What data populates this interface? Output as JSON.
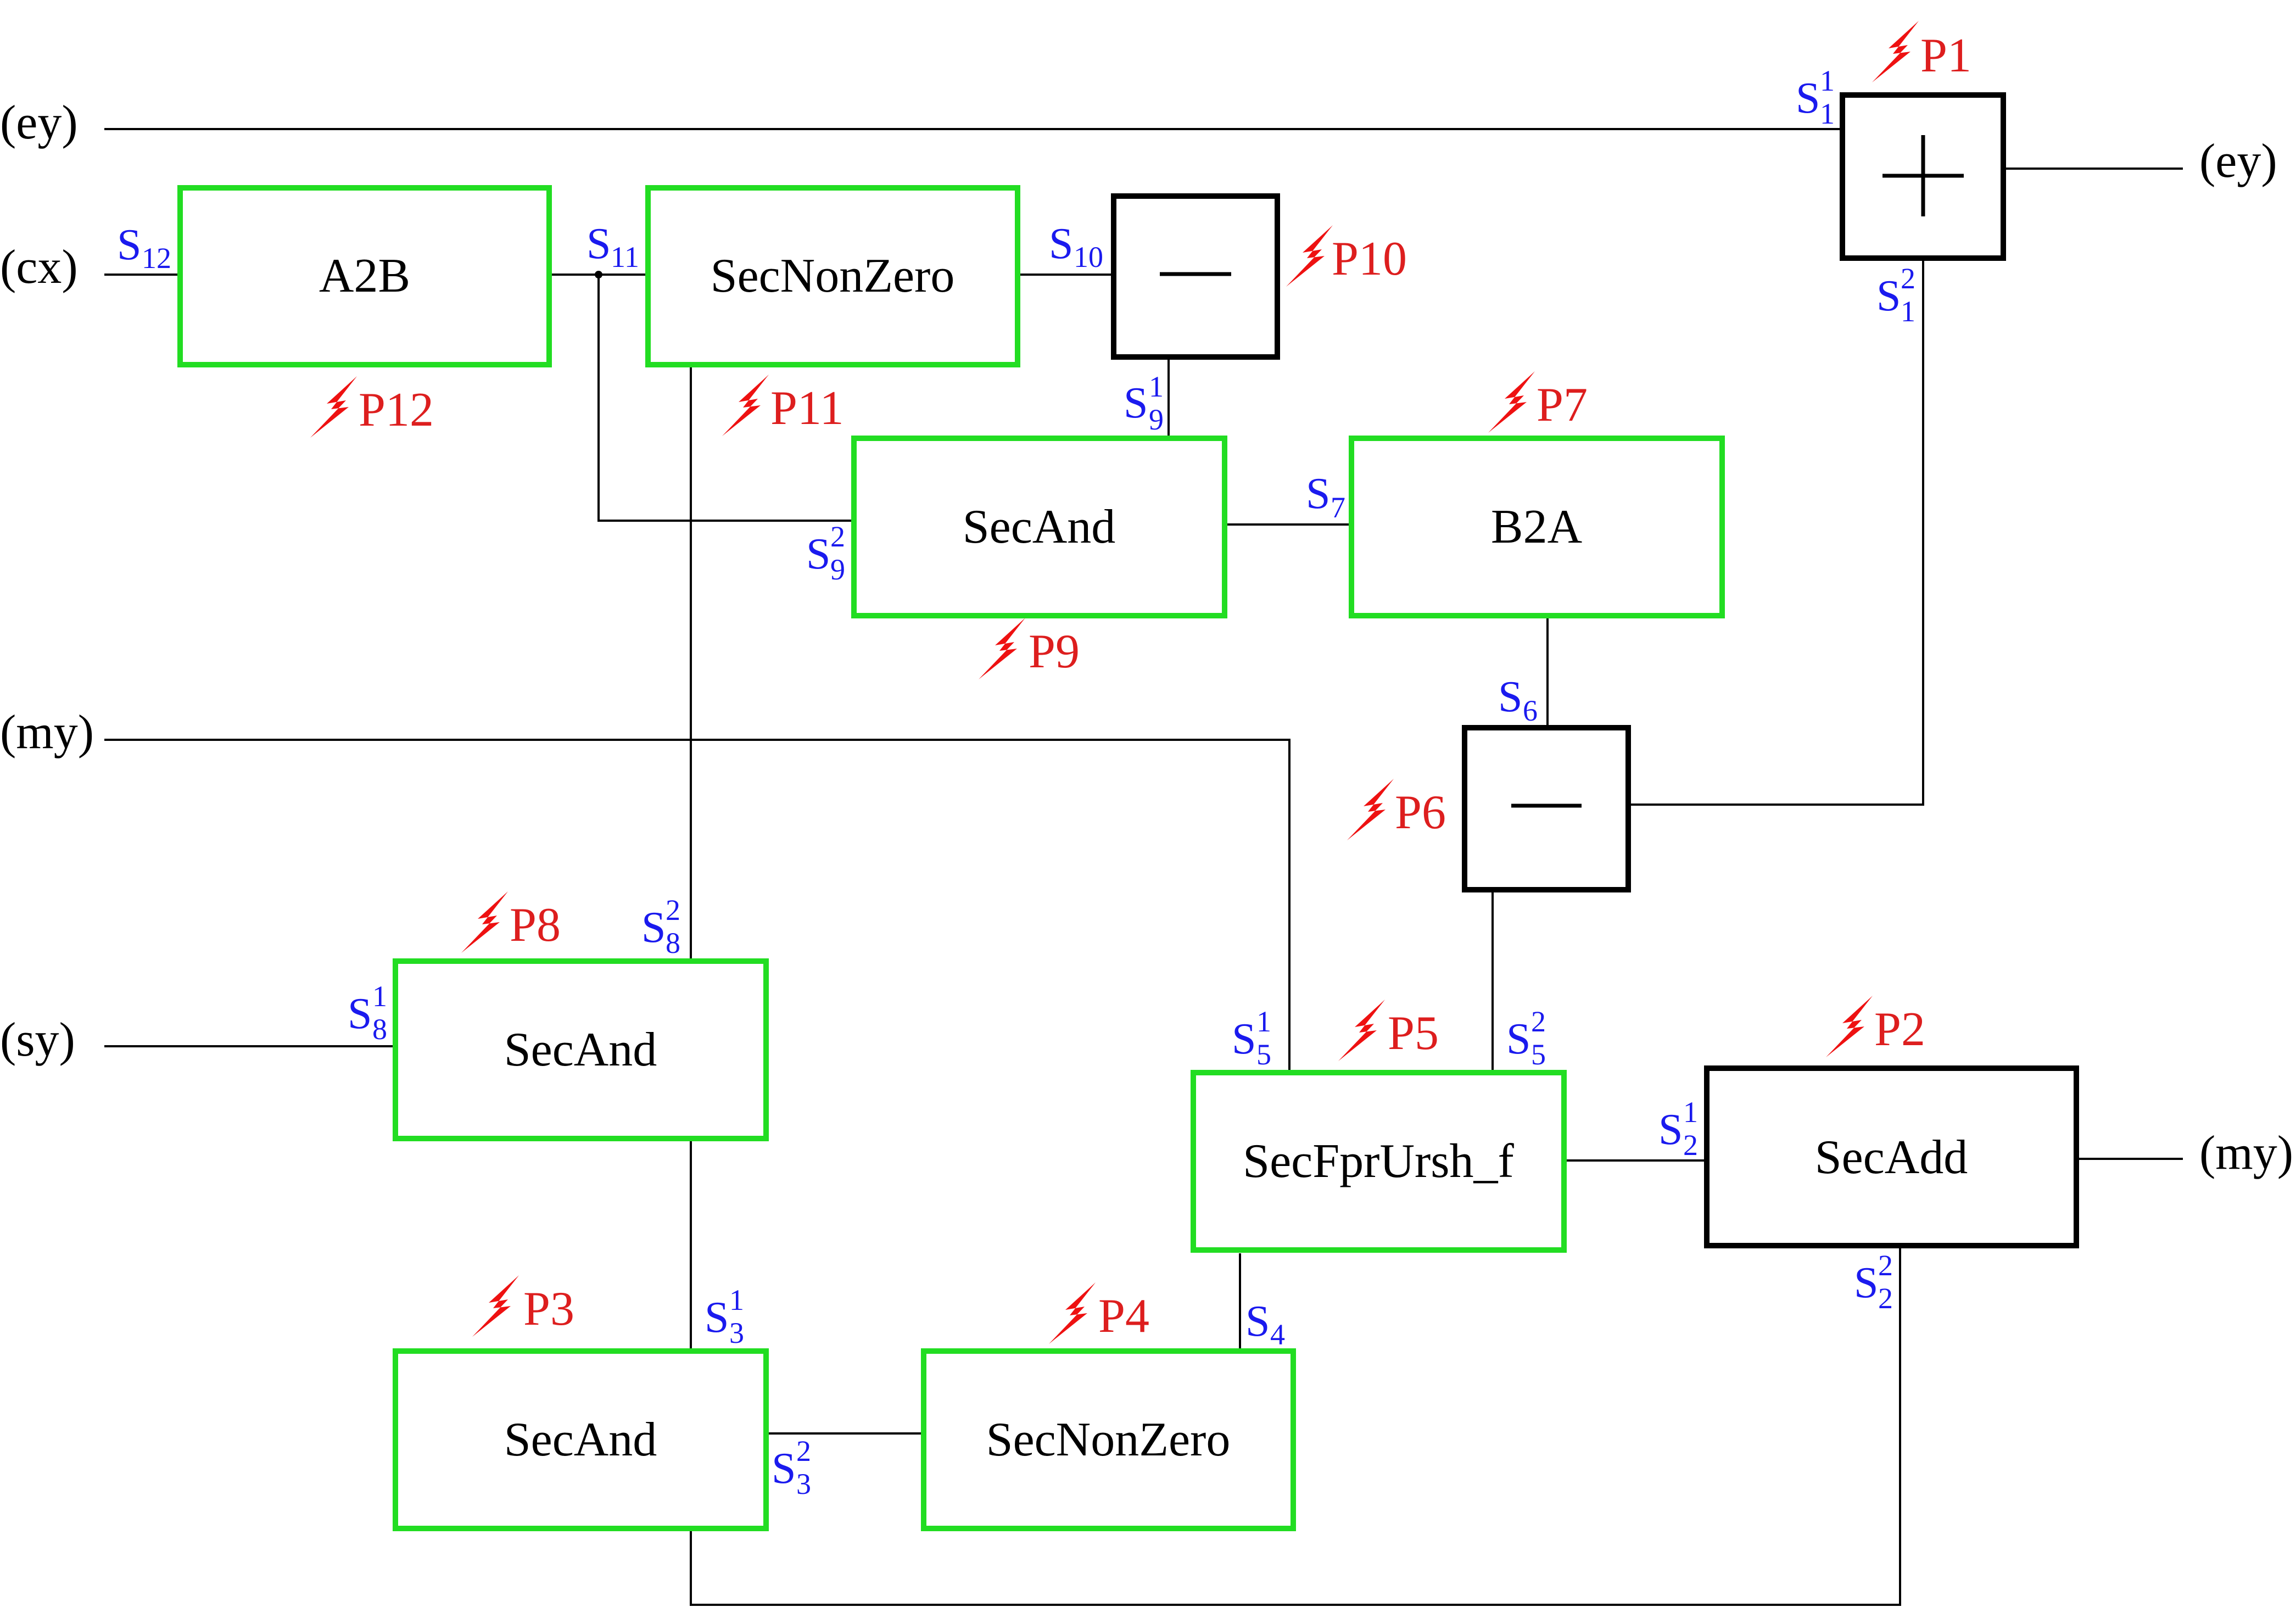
{
  "inputs": {
    "ey_in": "(ey)",
    "cx_in": "(cx)",
    "my_in": "(my)",
    "sy_in": "(sy)"
  },
  "outputs": {
    "ey_out": "(ey)",
    "my_out": "(my)"
  },
  "blocks": {
    "a2b": "A2B",
    "secnonzero_top": "SecNonZero",
    "secand_mid": "SecAnd",
    "b2a": "B2A",
    "secand_left": "SecAnd",
    "secfprursh": "SecFprUrsh_f",
    "secadd": "SecAdd",
    "secand_bottom": "SecAnd",
    "secnonzero_bottom": "SecNonZero"
  },
  "operators": {
    "add": "plus",
    "sub_top": "minus",
    "sub_mid": "minus"
  },
  "signals": {
    "s12": {
      "base": "S",
      "sub": "12",
      "sup": ""
    },
    "s11": {
      "base": "S",
      "sub": "11",
      "sup": ""
    },
    "s10": {
      "base": "S",
      "sub": "10",
      "sup": ""
    },
    "s9_1": {
      "base": "S",
      "sub": "9",
      "sup": "1"
    },
    "s9_2": {
      "base": "S",
      "sub": "9",
      "sup": "2"
    },
    "s8_1": {
      "base": "S",
      "sub": "8",
      "sup": "1"
    },
    "s8_2": {
      "base": "S",
      "sub": "8",
      "sup": "2"
    },
    "s7": {
      "base": "S",
      "sub": "7",
      "sup": ""
    },
    "s6": {
      "base": "S",
      "sub": "6",
      "sup": ""
    },
    "s5_1": {
      "base": "S",
      "sub": "5",
      "sup": "1"
    },
    "s5_2": {
      "base": "S",
      "sub": "5",
      "sup": "2"
    },
    "s4": {
      "base": "S",
      "sub": "4",
      "sup": ""
    },
    "s3_1": {
      "base": "S",
      "sub": "3",
      "sup": "1"
    },
    "s3_2": {
      "base": "S",
      "sub": "3",
      "sup": "2"
    },
    "s2_1": {
      "base": "S",
      "sub": "2",
      "sup": "1"
    },
    "s2_2": {
      "base": "S",
      "sub": "2",
      "sup": "2"
    },
    "s1_1": {
      "base": "S",
      "sub": "1",
      "sup": "1"
    },
    "s1_2": {
      "base": "S",
      "sub": "1",
      "sup": "2"
    }
  },
  "probes": {
    "p1": "P1",
    "p2": "P2",
    "p3": "P3",
    "p4": "P4",
    "p5": "P5",
    "p6": "P6",
    "p7": "P7",
    "p8": "P8",
    "p9": "P9",
    "p10": "P10",
    "p11": "P11",
    "p12": "P12"
  },
  "colors": {
    "green_block": "#22dd22",
    "signal_blue": "#1a1aee",
    "probe_red": "#dd1e1e"
  },
  "icons": {
    "probe": "lightning-bolt-icon"
  }
}
